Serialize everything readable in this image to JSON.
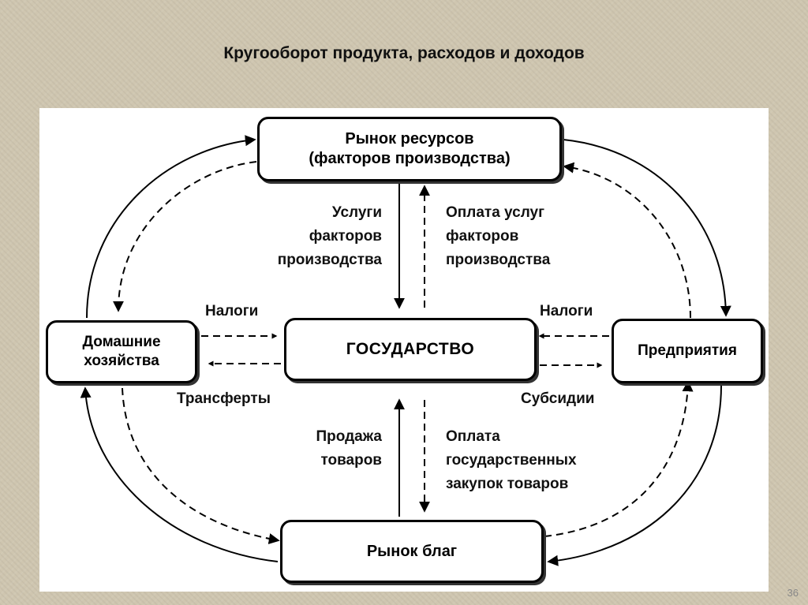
{
  "slide": {
    "title": "Кругооборот продукта, расходов и доходов",
    "page_number": "36"
  },
  "nodes": {
    "resource_market": {
      "line1": "Рынок ресурсов",
      "line2": "(факторов производства)"
    },
    "households": {
      "line1": "Домашние",
      "line2": "хозяйства"
    },
    "government": {
      "text": "ГОСУДАРСТВО"
    },
    "enterprises": {
      "text": "Предприятия"
    },
    "goods_market": {
      "text": "Рынок благ"
    }
  },
  "labels": {
    "factor_services": [
      "Услуги",
      "факторов",
      "производства"
    ],
    "factor_payment": [
      "Оплата услуг",
      "факторов",
      "производства"
    ],
    "taxes_left": "Налоги",
    "taxes_right": "Налоги",
    "transfers": "Трансферты",
    "subsidies": "Субсидии",
    "goods_sale": [
      "Продажа",
      "товаров"
    ],
    "gov_purchases_payment": [
      "Оплата",
      "государственных",
      "закупок товаров"
    ]
  }
}
